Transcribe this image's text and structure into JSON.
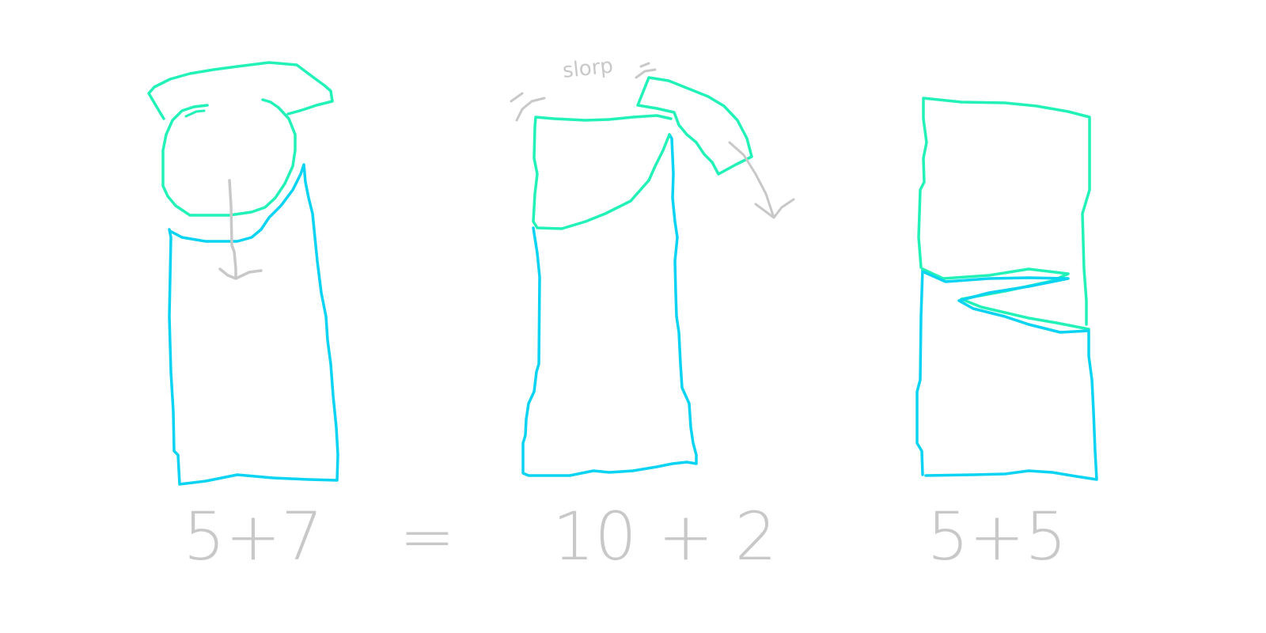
{
  "palette": {
    "cyan": "#0bd3f2",
    "mint": "#22f2b8",
    "gray": "#c8c8c8",
    "background": "#ffffff"
  },
  "panels": [
    {
      "name": "left-stack",
      "caption": "5+7"
    },
    {
      "name": "middle-stack",
      "caption": "10 + 2"
    },
    {
      "name": "right-stack",
      "caption": "5+5"
    }
  ],
  "equals_sign": "=",
  "sound_effect": "slorp"
}
